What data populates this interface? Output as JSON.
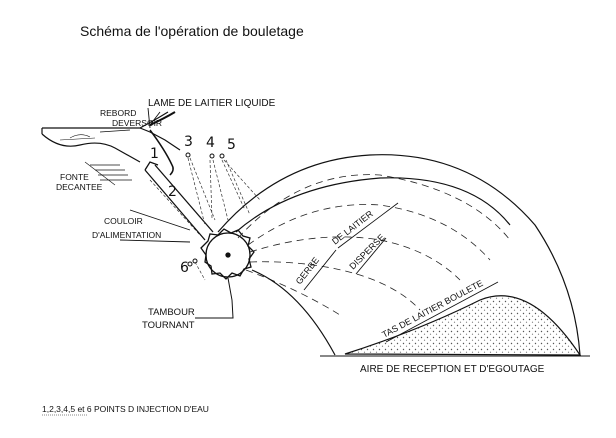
{
  "title": "Schéma de l'opération de bouletage",
  "labels": {
    "rebord": "REBORD",
    "deversoir": "DEVERSOIR",
    "lame": "LAME DE LAITIER LIQUIDE",
    "fonte": "FONTE",
    "decantee": "DECANTEE",
    "couloir": "COULOIR",
    "alimentation": "D'ALIMENTATION",
    "gerbe": "GERBE",
    "de_laitier": "DE LAITIER",
    "disperse": "DISPERSE",
    "tas": "TAS DE LAITIER BOULETE",
    "tambour": "TAMBOUR",
    "tournant": "TOURNANT",
    "aire": "AIRE DE RECEPTION ET D'EGOUTAGE"
  },
  "points": {
    "p1": "1",
    "p2": "2",
    "p3": "3",
    "p4": "4",
    "p5": "5",
    "p6": "6"
  },
  "footnote": "1,2,3,4,5 et 6 POINTS D INJECTION D'EAU"
}
